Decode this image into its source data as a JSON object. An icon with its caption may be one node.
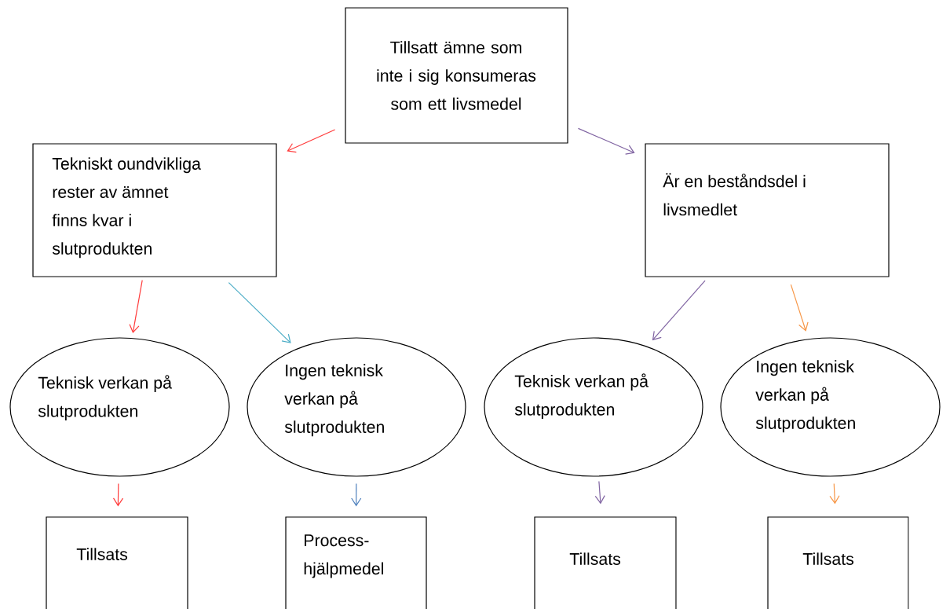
{
  "diagram": {
    "nodes": [
      {
        "text": [
          "Tillsatt ämne som inte i sig konsumeras som ett livsmedel"
        ]
      },
      {
        "text": [
          "Tekniskt oundvikliga rester av ämnet finns kvar i slutprodukten"
        ]
      },
      {
        "text": [
          "Är en beståndsdel i livsmedlet"
        ]
      },
      {
        "text": [
          "Teknisk verkan på slutprodukten"
        ]
      },
      {
        "text": [
          "Ingen teknisk verkan på slutprodukten"
        ]
      },
      {
        "text": [
          "Teknisk verkan på slutprodukten"
        ]
      },
      {
        "text": [
          "Ingen teknisk verkan på slutprodukten"
        ]
      },
      {
        "text": [
          "Tillsats"
        ]
      },
      {
        "text": [
          "Process-hjälpmedel"
        ]
      },
      {
        "text": [
          "Tillsats"
        ]
      },
      {
        "text": [
          "Tillsats"
        ]
      }
    ],
    "edges": [
      {
        "from": 0,
        "to": 1,
        "arrow": "to",
        "color": "#ff3b3b"
      },
      {
        "from": 0,
        "to": 2,
        "arrow": "to",
        "color": "#8064a2"
      },
      {
        "from": 1,
        "to": 3,
        "arrow": "to",
        "color": "#ff3b3b"
      },
      {
        "from": 1,
        "to": 4,
        "arrow": "to",
        "color": "#4bacc6"
      },
      {
        "from": 2,
        "to": 5,
        "arrow": "to",
        "color": "#8064a2"
      },
      {
        "from": 2,
        "to": 6,
        "arrow": "to",
        "color": "#f79646"
      },
      {
        "from": 3,
        "to": 7,
        "arrow": "to",
        "color": "#ff3b3b"
      },
      {
        "from": 4,
        "to": 8,
        "arrow": "to",
        "color": "#4f81bd"
      },
      {
        "from": 5,
        "to": 9,
        "arrow": "to",
        "color": "#8064a2"
      },
      {
        "from": 6,
        "to": 10,
        "arrow": "to",
        "color": "#f79646"
      }
    ]
  }
}
